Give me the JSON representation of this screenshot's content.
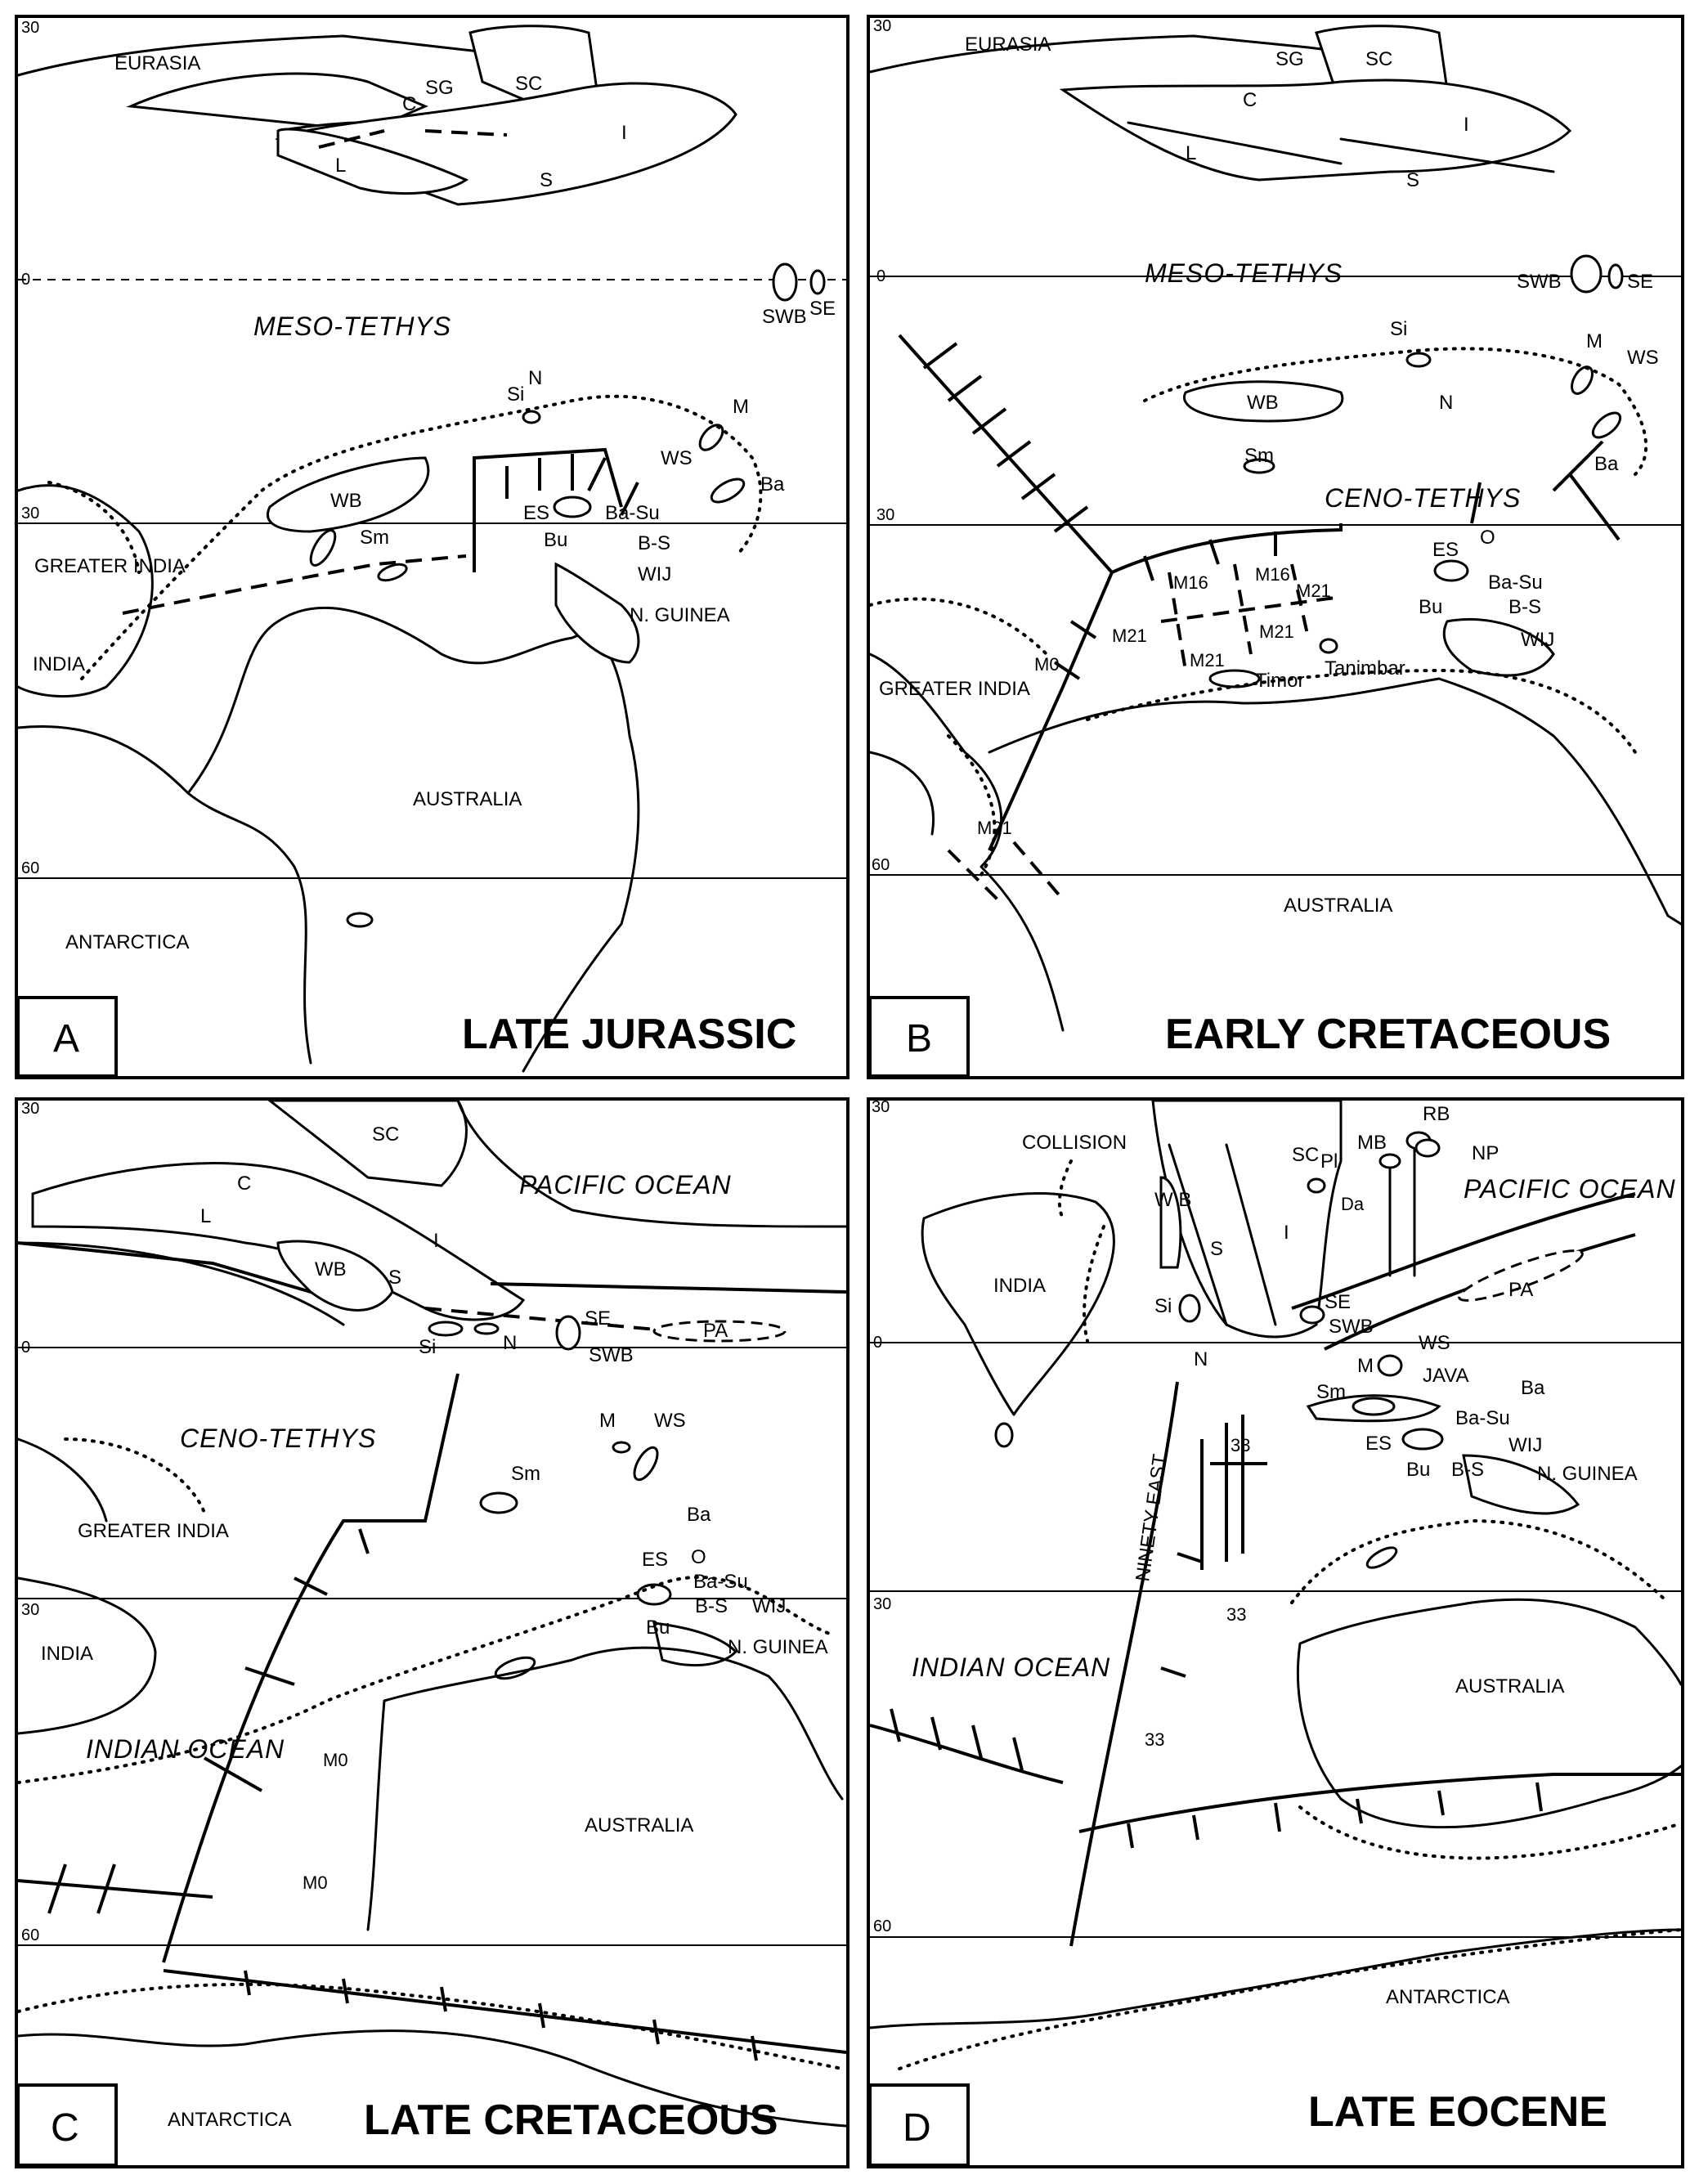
{
  "panels": [
    {
      "letter": "A",
      "title": "LATE JURASSIC",
      "lat_ticks": [
        "30",
        "0",
        "30",
        "60"
      ],
      "oceans": [
        "MESO-TETHYS"
      ],
      "labels": [
        "EURASIA",
        "SG",
        "SC",
        "C",
        "I",
        "L",
        "S",
        "SWB",
        "SE",
        "Si",
        "N",
        "M",
        "WS",
        "WB",
        "Ba",
        "ES",
        "Ba-Su",
        "Bu",
        "B-S",
        "WIJ",
        "Sm",
        "GREATER INDIA",
        "INDIA",
        "N. GUINEA",
        "AUSTRALIA",
        "ANTARCTICA"
      ]
    },
    {
      "letter": "B",
      "title": "EARLY CRETACEOUS",
      "lat_ticks": [
        "30",
        "0",
        "30",
        "60"
      ],
      "oceans": [
        "MESO-TETHYS",
        "CENO-TETHYS"
      ],
      "labels": [
        "EURASIA",
        "SG",
        "SC",
        "C",
        "I",
        "L",
        "S",
        "SWB",
        "SE",
        "Si",
        "N",
        "M",
        "WS",
        "WB",
        "Ba",
        "Sm",
        "ES",
        "O",
        "Ba-Su",
        "Bu",
        "B-S",
        "WIJ",
        "M16",
        "M21",
        "M16",
        "M21",
        "M21",
        "M21",
        "M0",
        "Timor",
        "Tanimbar",
        "GREATER INDIA",
        "AUSTRALIA",
        "M21"
      ]
    },
    {
      "letter": "C",
      "title": "LATE CRETACEOUS",
      "lat_ticks": [
        "30",
        "0",
        "30",
        "60"
      ],
      "oceans": [
        "PACIFIC OCEAN",
        "CENO-TETHYS",
        "INDIAN OCEAN"
      ],
      "labels": [
        "SC",
        "C",
        "L",
        "I",
        "WB",
        "S",
        "SE",
        "PA",
        "Si",
        "N",
        "SWB",
        "M",
        "WS",
        "Sm",
        "Ba",
        "ES",
        "O",
        "Ba-Su",
        "B-S",
        "WIJ",
        "Bu",
        "N. GUINEA",
        "GREATER INDIA",
        "INDIA",
        "AUSTRALIA",
        "M0",
        "M0",
        "ANTARCTICA"
      ]
    },
    {
      "letter": "D",
      "title": "LATE EOCENE",
      "lat_ticks": [
        "30",
        "0",
        "30",
        "60"
      ],
      "oceans": [
        "PACIFIC OCEAN",
        "INDIAN OCEAN"
      ],
      "labels": [
        "COLLISION",
        "W B",
        "SC",
        "MB",
        "RB",
        "NP",
        "Pl",
        "Da",
        "INDIA",
        "S",
        "I",
        "PA",
        "Si",
        "SE",
        "SWB",
        "WS",
        "N",
        "M",
        "JAVA",
        "Ba",
        "Sm",
        "Ba-Su",
        "ES",
        "WIJ",
        "Bu",
        "B-S",
        "N. GUINEA",
        "NINETY EAST",
        "33",
        "33",
        "33",
        "AUSTRALIA",
        "ANTARCTICA"
      ]
    }
  ]
}
